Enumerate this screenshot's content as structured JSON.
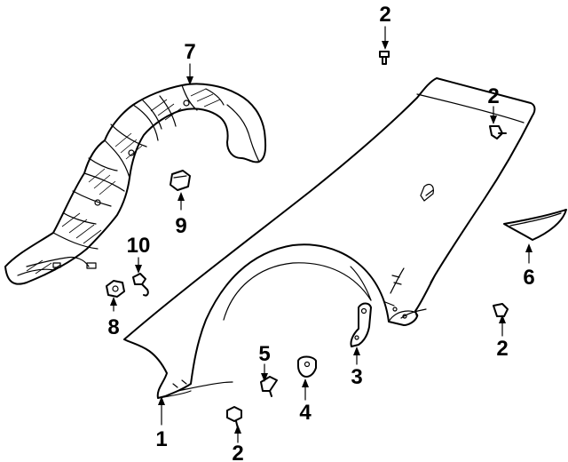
{
  "callouts": [
    {
      "id": "1",
      "text": "1"
    },
    {
      "id": "2a",
      "text": "2"
    },
    {
      "id": "2b",
      "text": "2"
    },
    {
      "id": "2c",
      "text": "2"
    },
    {
      "id": "2d",
      "text": "2"
    },
    {
      "id": "3",
      "text": "3"
    },
    {
      "id": "4",
      "text": "4"
    },
    {
      "id": "5",
      "text": "5"
    },
    {
      "id": "6",
      "text": "6"
    },
    {
      "id": "7",
      "text": "7"
    },
    {
      "id": "8",
      "text": "8"
    },
    {
      "id": "9",
      "text": "9"
    },
    {
      "id": "10",
      "text": "10"
    }
  ]
}
